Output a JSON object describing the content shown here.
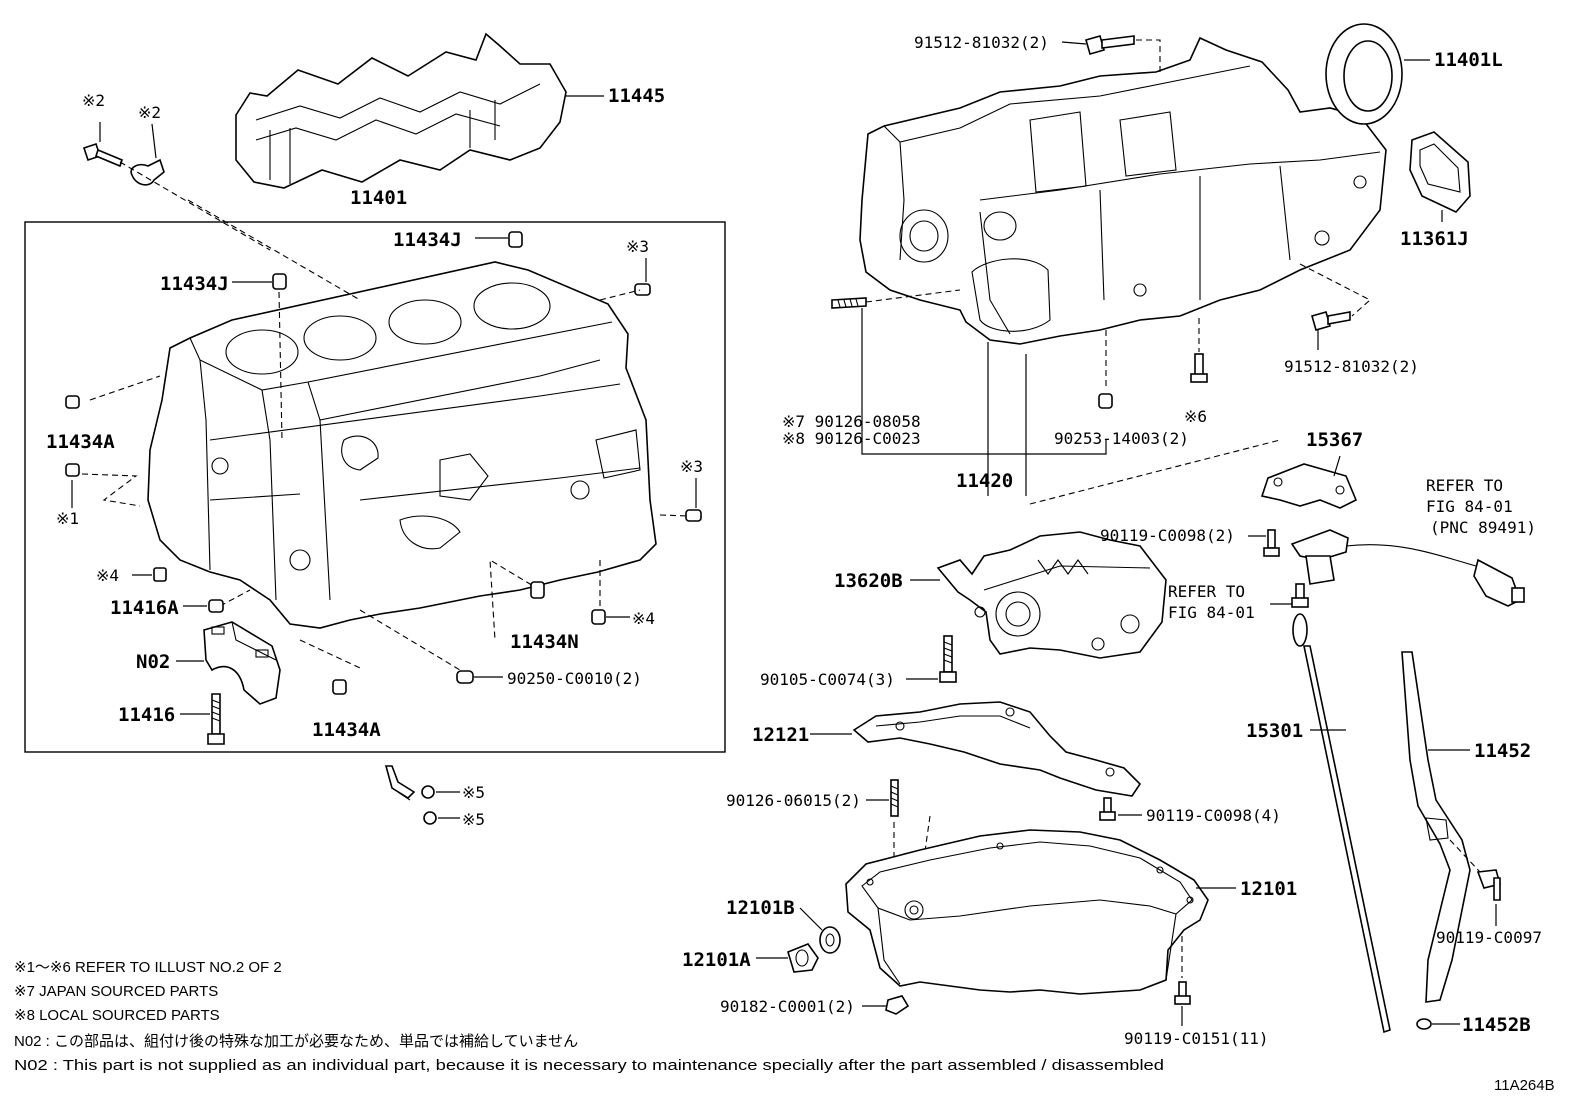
{
  "diagram_code": "11A264B",
  "callouts": {
    "c11445": "11445",
    "c11401": "11401",
    "c11401L": "11401L",
    "c11361J": "11361J",
    "c11434J_a": "11434J",
    "c11434J_b": "11434J",
    "c11434A_a": "11434A",
    "c11434A_b": "11434A",
    "c11434N": "11434N",
    "c11416A": "11416A",
    "cN02": "N02",
    "c11416": "11416",
    "c90250": "90250-C0010(2)",
    "c91512_top": "91512-81032(2)",
    "c91512_mid": "91512-81032(2)",
    "c90126_08058": "※7 90126-08058",
    "c90126_C0023": "※8 90126-C0023",
    "c90253": "90253-14003(2)",
    "c11420": "11420",
    "c15367": "15367",
    "c90119_C0098_2": "90119-C0098(2)",
    "c13620B": "13620B",
    "c90105": "90105-C0074(3)",
    "c12121": "12121",
    "c90126_06015": "90126-06015(2)",
    "c90119_C0098_4": "90119-C0098(4)",
    "c12101": "12101",
    "c12101B": "12101B",
    "c12101A": "12101A",
    "c90182": "90182-C0001(2)",
    "c90119_C0151": "90119-C0151(11)",
    "c15301": "15301",
    "c11452": "11452",
    "c90119_C0097": "90119-C0097",
    "c11452B": "11452B"
  },
  "refs": {
    "r2a": "※2",
    "r2b": "※2",
    "r3a": "※3",
    "r3b": "※3",
    "r1": "※1",
    "r4a": "※4",
    "r4b": "※4",
    "r5a": "※5",
    "r5b": "※5",
    "r6": "※6"
  },
  "refer_fig_a": {
    "line1": "REFER TO",
    "line2": "FIG 84-01",
    "line3": "(PNC 89491)"
  },
  "refer_fig_b": {
    "line1": "REFER TO",
    "line2": "FIG 84-01"
  },
  "notes": {
    "n1": "※1～※6 REFER TO ILLUST NO.2 OF 2",
    "n2": "※7 JAPAN SOURCED PARTS",
    "n3": "※8 LOCAL SOURCED PARTS",
    "n4": "N02 : この部品は、組付け後の特殊な加工が必要なため、単品では補給していません",
    "n5": "N02 : This part is not supplied as an individual part, because it is necessary to maintenance specially after the part assembled / disassembled"
  }
}
